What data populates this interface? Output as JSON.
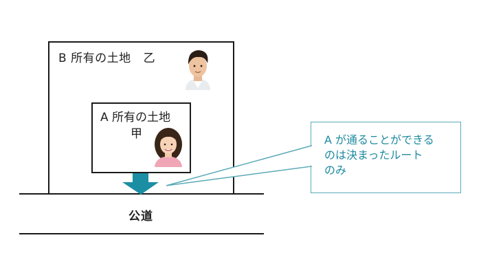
{
  "land_b": {
    "label": "B 所有の土地",
    "owner": "乙"
  },
  "land_a": {
    "label": "A 所有の土地",
    "owner": "甲"
  },
  "road": {
    "label": "公道"
  },
  "callout": {
    "lines": [
      "A が通ることができる",
      "のは決まったルート",
      "のみ"
    ]
  },
  "icons": {
    "arrow": "down-arrow-icon",
    "man_avatar": "man-avatar-icon",
    "woman_avatar": "woman-avatar-icon"
  },
  "colors": {
    "arrow": "#1c8ea3",
    "callout_border": "#5aaab8",
    "callout_text": "#1e8aa0",
    "lines": "#1a1a1a"
  }
}
